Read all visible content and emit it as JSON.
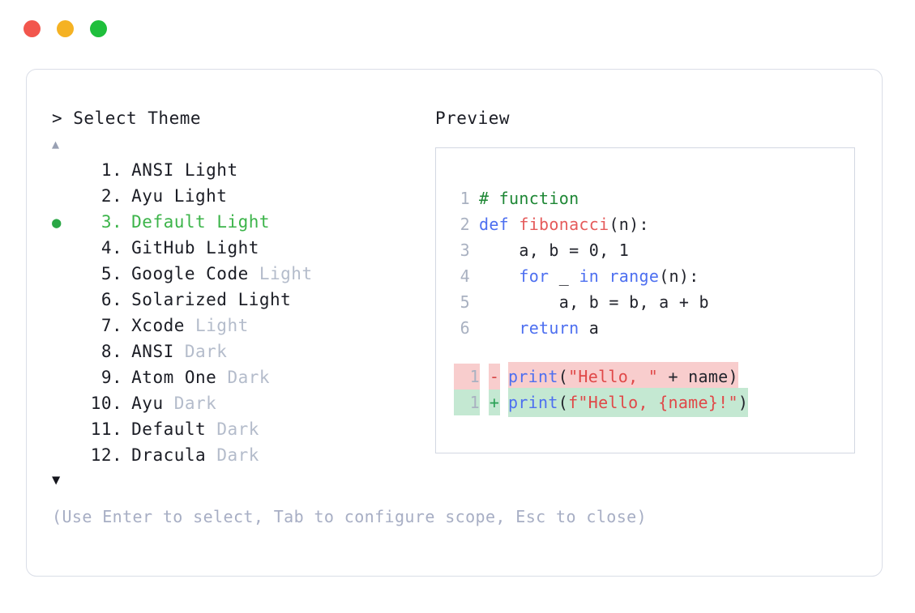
{
  "titlebar": {
    "buttons": [
      {
        "name": "close",
        "color": "#f2564d"
      },
      {
        "name": "minimize",
        "color": "#f5b223"
      },
      {
        "name": "maximize",
        "color": "#1fbf3c"
      }
    ]
  },
  "left": {
    "prompt": "> Select Theme",
    "scroll_up": "▲",
    "scroll_down": "▼",
    "selected_index": 3,
    "selected_bullet": "●",
    "items": [
      {
        "number": "1.",
        "name": "ANSI",
        "variant": "Light",
        "variant_muted": false,
        "selected": false
      },
      {
        "number": "2.",
        "name": "Ayu",
        "variant": "Light",
        "variant_muted": false,
        "selected": false
      },
      {
        "number": "3.",
        "name": "Default",
        "variant": "Light",
        "variant_muted": false,
        "selected": true
      },
      {
        "number": "4.",
        "name": "GitHub",
        "variant": "Light",
        "variant_muted": false,
        "selected": false
      },
      {
        "number": "5.",
        "name": "Google Code",
        "variant": "Light",
        "variant_muted": true,
        "selected": false
      },
      {
        "number": "6.",
        "name": "Solarized",
        "variant": "Light",
        "variant_muted": false,
        "selected": false
      },
      {
        "number": "7.",
        "name": "Xcode",
        "variant": "Light",
        "variant_muted": true,
        "selected": false
      },
      {
        "number": "8.",
        "name": "ANSI",
        "variant": "Dark",
        "variant_muted": true,
        "selected": false
      },
      {
        "number": "9.",
        "name": "Atom One",
        "variant": "Dark",
        "variant_muted": true,
        "selected": false
      },
      {
        "number": "10.",
        "name": "Ayu",
        "variant": "Dark",
        "variant_muted": true,
        "selected": false
      },
      {
        "number": "11.",
        "name": "Default",
        "variant": "Dark",
        "variant_muted": true,
        "selected": false
      },
      {
        "number": "12.",
        "name": "Dracula",
        "variant": "Dark",
        "variant_muted": true,
        "selected": false
      }
    ]
  },
  "right": {
    "label": "Preview",
    "code_lines": [
      {
        "no": "1",
        "tokens": [
          {
            "t": "# function",
            "c": "comment"
          }
        ]
      },
      {
        "no": "2",
        "tokens": [
          {
            "t": "def ",
            "c": "keyword"
          },
          {
            "t": "fibonacci",
            "c": "func"
          },
          {
            "t": "(n):",
            "c": "plain"
          }
        ]
      },
      {
        "no": "3",
        "tokens": [
          {
            "t": "    a, b = 0, 1",
            "c": "plain"
          }
        ]
      },
      {
        "no": "4",
        "tokens": [
          {
            "t": "    ",
            "c": "plain"
          },
          {
            "t": "for",
            "c": "keyword"
          },
          {
            "t": " _ ",
            "c": "plain"
          },
          {
            "t": "in",
            "c": "keyword"
          },
          {
            "t": " ",
            "c": "plain"
          },
          {
            "t": "range",
            "c": "builtin"
          },
          {
            "t": "(n):",
            "c": "plain"
          }
        ]
      },
      {
        "no": "5",
        "tokens": [
          {
            "t": "        a, b = b, a + b",
            "c": "plain"
          }
        ]
      },
      {
        "no": "6",
        "tokens": [
          {
            "t": "    ",
            "c": "plain"
          },
          {
            "t": "return",
            "c": "keyword"
          },
          {
            "t": " a",
            "c": "plain"
          }
        ]
      }
    ],
    "diff_lines": [
      {
        "no": "1",
        "sign": "-",
        "kind": "del",
        "tokens": [
          {
            "t": "print",
            "c": "builtin"
          },
          {
            "t": "(",
            "c": "plain"
          },
          {
            "t": "\"Hello, \"",
            "c": "string"
          },
          {
            "t": " + name)",
            "c": "plain"
          }
        ]
      },
      {
        "no": "1",
        "sign": "+",
        "kind": "add",
        "tokens": [
          {
            "t": "print",
            "c": "builtin"
          },
          {
            "t": "(",
            "c": "plain"
          },
          {
            "t": "f\"Hello, {name}!\"",
            "c": "string"
          },
          {
            "t": ")",
            "c": "plain"
          }
        ]
      }
    ]
  },
  "hint": "(Use Enter to select, Tab to configure scope, Esc to close)",
  "colors": {
    "selected_green": "#3cb44a",
    "muted_text": "#b4bccb",
    "hint_text": "#a7aec4",
    "diff_del_bg": "#f8cdcd",
    "diff_add_bg": "#c4e8d2",
    "comment": "#1e8735",
    "keyword": "#4d6ff0",
    "func": "#e55b5b",
    "string": "#e04848",
    "lineno": "#a9b1c1",
    "panel_border": "#dadee7"
  }
}
